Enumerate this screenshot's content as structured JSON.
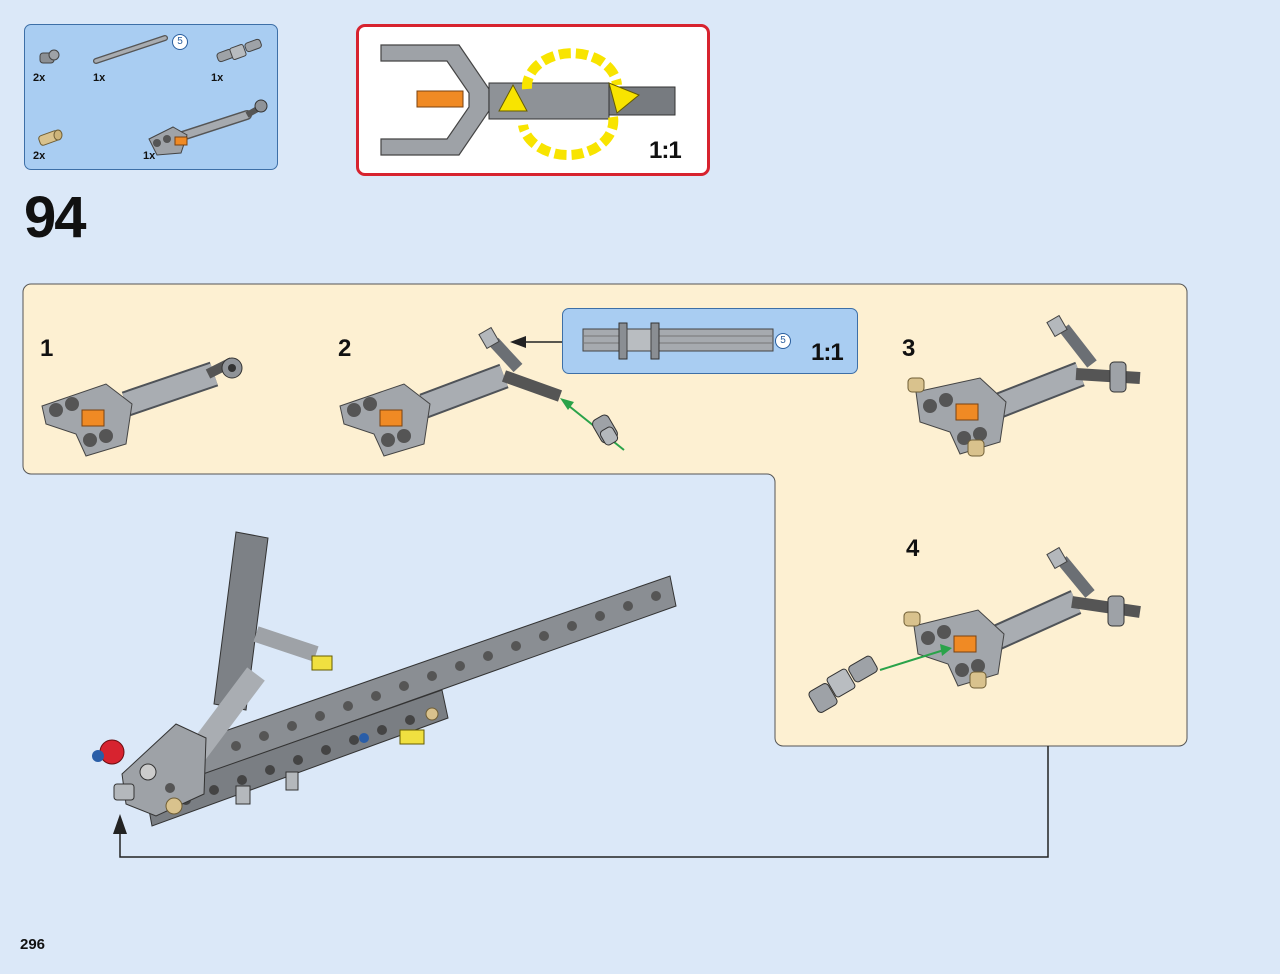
{
  "parts_list": {
    "items": [
      {
        "qty": "2x",
        "icon": "small-connector-icon"
      },
      {
        "qty": "1x",
        "icon": "axle-icon",
        "length_badge": "5"
      },
      {
        "qty": "1x",
        "icon": "universal-joint-icon"
      },
      {
        "qty": "2x",
        "icon": "tan-pin-icon"
      },
      {
        "qty": "1x",
        "icon": "arm-subassembly-icon"
      }
    ]
  },
  "top_callout": {
    "scale": "1:1"
  },
  "step": {
    "number": "94"
  },
  "substeps": [
    {
      "number": "1"
    },
    {
      "number": "2"
    },
    {
      "number": "3"
    },
    {
      "number": "4"
    }
  ],
  "axle_callout": {
    "scale": "1:1",
    "length_badge": "5"
  },
  "page": {
    "number": "296"
  },
  "colors": {
    "background": "#dbe8f8",
    "substep_panel": "#fdf0d2",
    "parts_panel": "#a9cdf2",
    "callout_border": "#d7232f",
    "arrow_green": "#2aa34a",
    "arrow_yellow": "#f8e400"
  }
}
